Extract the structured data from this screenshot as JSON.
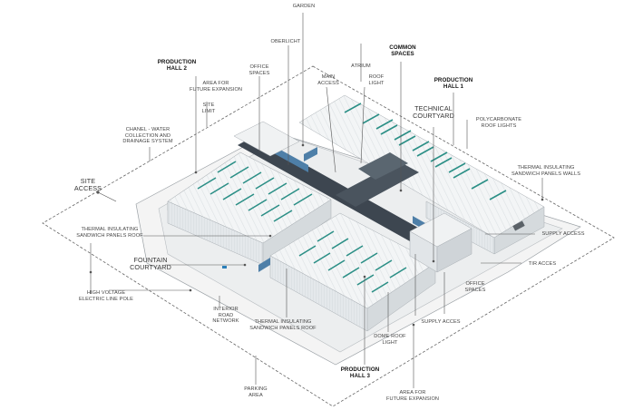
{
  "labels": {
    "garden": "GARDEN",
    "oberlicht": "OBERLICHT",
    "common_spaces": "COMMON\nSPACES",
    "production_hall_2": "PRODUCTION\nHALL 2",
    "office_spaces_top": "OFFICE\nSPACES",
    "main_access": "MAIN\nACCESS",
    "atrium": "ATRIUM",
    "roof_light": "ROOF\nLIGHT",
    "production_hall_1": "PRODUCTION\nHALL 1",
    "area_future_top": "AREA FOR\nFUTURE EXPANSION",
    "site_limit": "SITE\nLIMIT",
    "technical_courtyard": "TECHNICAL\nCOURTYARD",
    "polycarbonate": "POLYCARBONATE\nROOF LIGHTS",
    "chanel": "CHANEL - WATER\nCOLLECTION AND\nDRAINAGE SYSTEM",
    "thermal_walls": "THERMAL INSULATING\nSANDWICH PANELS WALLS",
    "site_access": "SITE\nACCESS",
    "thermal_roof_left": "THERMAL INSULATING\nSANDWICH PANELS ROOF",
    "supply_access_right": "SUPPLY ACCESS",
    "fountain": "FOUNTAIN\nCOURTYARD",
    "tir_acces": "TIR ACCES",
    "high_voltage": "HIGH VOLTAGE\nELECTRIC LINE POLE",
    "office_spaces_bottom": "OFFICE\nSPACES",
    "interior_road": "INTERIOR\nROAD NETWORK",
    "thermal_roof_bottom": "THERMAL INSULATING\nSANDWICH PANELS ROOF",
    "supply_acces_bottom": "SUPPLY ACCES",
    "dome_roof": "DOME ROOF\nLIGHT",
    "production_hall_3": "PRODUCTION\nHALL 3",
    "parking": "PARKING\nAREA",
    "area_future_bottom": "AREA FOR\nFUTURE EXPANSION"
  },
  "colors": {
    "roof": "#f1f3f4",
    "roof_stripe": "#d9dde0",
    "wall": "#e2e6e9",
    "wall_dark": "#c8cdd1",
    "skylight": "#2b8f86",
    "corridor": "#3d4650",
    "glass": "#4e7fa8",
    "line": "#555555",
    "site": "#777777"
  }
}
